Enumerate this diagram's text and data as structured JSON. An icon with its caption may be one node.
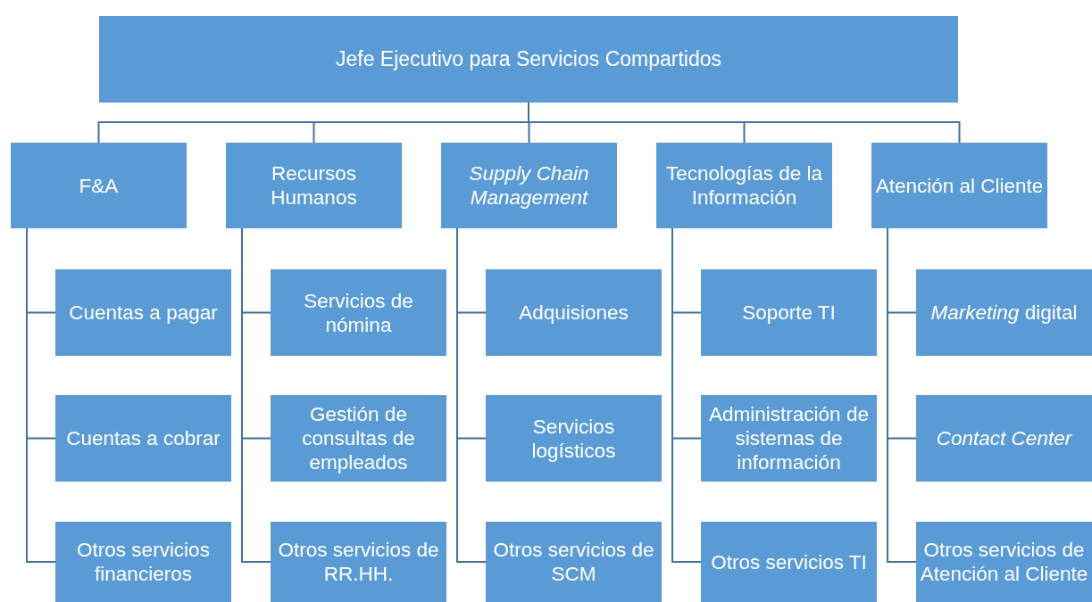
{
  "diagram": {
    "nodes": [
      {
        "text": [
          "Jefe Ejecutivo para Servicios Compartidos"
        ]
      },
      {
        "text": [
          "F&A"
        ]
      },
      {
        "text": [
          "Recursos Humanos"
        ]
      },
      {
        "text": [
          "*Supply Chain Management*"
        ]
      },
      {
        "text": [
          "Tecnologías de la Información"
        ]
      },
      {
        "text": [
          "Atención al Cliente"
        ]
      },
      {
        "text": [
          "Cuentas a pagar"
        ]
      },
      {
        "text": [
          "Cuentas a cobrar"
        ]
      },
      {
        "text": [
          "Otros servicios financieros"
        ]
      },
      {
        "text": [
          "Servicios de nómina"
        ]
      },
      {
        "text": [
          "Gestión de consultas de empleados"
        ]
      },
      {
        "text": [
          "Otros servicios de RR.HH."
        ]
      },
      {
        "text": [
          "Adquisiones"
        ]
      },
      {
        "text": [
          "Servicios logísticos"
        ]
      },
      {
        "text": [
          "Otros servicios de SCM"
        ]
      },
      {
        "text": [
          "Soporte TI"
        ]
      },
      {
        "text": [
          "Administración de sistemas de información"
        ]
      },
      {
        "text": [
          "Otros servicios TI"
        ]
      },
      {
        "text": [
          "*Marketing* digital"
        ]
      },
      {
        "text": [
          "*Contact Center*"
        ]
      },
      {
        "text": [
          "Otros servicios de Atención al Cliente"
        ]
      }
    ],
    "edges": [
      {
        "from": 0,
        "to": 1,
        "arrow": "none"
      },
      {
        "from": 0,
        "to": 2,
        "arrow": "none"
      },
      {
        "from": 0,
        "to": 3,
        "arrow": "none"
      },
      {
        "from": 0,
        "to": 4,
        "arrow": "none"
      },
      {
        "from": 0,
        "to": 5,
        "arrow": "none"
      },
      {
        "from": 1,
        "to": 6,
        "arrow": "none"
      },
      {
        "from": 1,
        "to": 7,
        "arrow": "none"
      },
      {
        "from": 1,
        "to": 8,
        "arrow": "none"
      },
      {
        "from": 2,
        "to": 9,
        "arrow": "none"
      },
      {
        "from": 2,
        "to": 10,
        "arrow": "none"
      },
      {
        "from": 2,
        "to": 11,
        "arrow": "none"
      },
      {
        "from": 3,
        "to": 12,
        "arrow": "none"
      },
      {
        "from": 3,
        "to": 13,
        "arrow": "none"
      },
      {
        "from": 3,
        "to": 14,
        "arrow": "none"
      },
      {
        "from": 4,
        "to": 15,
        "arrow": "none"
      },
      {
        "from": 4,
        "to": 16,
        "arrow": "none"
      },
      {
        "from": 4,
        "to": 17,
        "arrow": "none"
      },
      {
        "from": 5,
        "to": 18,
        "arrow": "none"
      },
      {
        "from": 5,
        "to": 19,
        "arrow": "none"
      },
      {
        "from": 5,
        "to": 20,
        "arrow": "none"
      }
    ]
  }
}
